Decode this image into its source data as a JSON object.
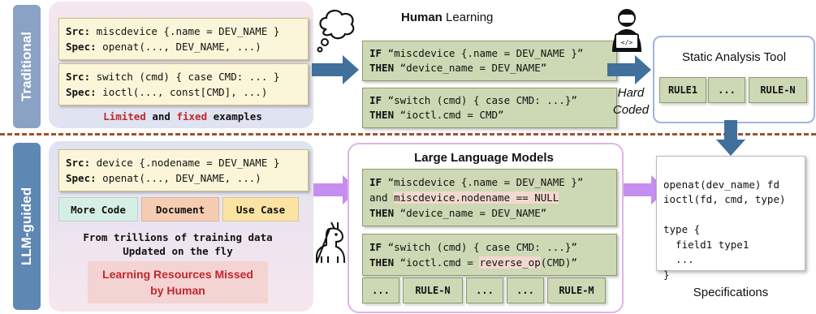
{
  "rows": {
    "traditional": "Traditional",
    "llm": "LLM-guided"
  },
  "traditional": {
    "card1": {
      "src_label": "Src:",
      "src": " miscdevice {.name = DEV_NAME }",
      "spec_label": "Spec:",
      "spec": " openat(..., DEV_NAME, ...)"
    },
    "card2": {
      "src_label": "Src:",
      "src": " switch (cmd) { case CMD: ... }",
      "spec_label": "Spec:",
      "spec": " ioctl(..., const[CMD], ...)"
    },
    "caption": {
      "w1": "Limited",
      "w2": " and ",
      "w3": "fixed",
      "w4": " examples"
    }
  },
  "human": {
    "title_bold": "Human",
    "title_rest": " Learning",
    "rule1": {
      "if": "IF",
      "cond": " “miscdevice {.name = DEV_NAME }”",
      "then": "THEN",
      "res": " “device_name = DEV_NAME”"
    },
    "rule2": {
      "if": "IF",
      "cond": " “switch (cmd) { case CMD: ...}”",
      "then": "THEN",
      "res": " “ioctl.cmd = CMD”"
    },
    "hard": "Hard",
    "coded": "Coded"
  },
  "static_tool": {
    "title": "Static Analysis Tool",
    "boxes": [
      "RULE1",
      "...",
      "RULE-N"
    ]
  },
  "llm_left": {
    "card": {
      "src_label": "Src:",
      "src": " device {.nodename = DEV_NAME }",
      "spec_label": "Spec:",
      "spec": " openat(..., DEV_NAME, ...)"
    },
    "tags": [
      "More Code",
      "Document",
      "Use Case"
    ],
    "line1": "From trillions of training data",
    "line2": "Updated on the fly",
    "missed1": "Learning Resources Missed",
    "missed2": "by Human"
  },
  "llm": {
    "title": "Large Language Models",
    "rule1": {
      "if": "IF",
      "cond": " “miscdevice {.name = DEV_NAME }”",
      "and": "and ",
      "and_hl": "miscdevice.nodename == NULL",
      "then": "THEN",
      "res": " “device_name = DEV_NAME”"
    },
    "rule2": {
      "if": "IF",
      "cond": " “switch (cmd) { case CMD: ...}”",
      "then": "THEN",
      "res_pre": " “ioctl.cmd = ",
      "res_hl": "reverse_op",
      "res_post": "(CMD)”"
    },
    "boxes": [
      "...",
      "RULE-N",
      "...",
      "...",
      "RULE-M"
    ]
  },
  "specs": {
    "lines": [
      "openat(dev_name) fd",
      "ioctl(fd, cmd, type)",
      "",
      "type {",
      "  field1 type1",
      "  ...",
      "}"
    ],
    "caption": "Specifications"
  },
  "colors": {
    "trad_bg": "#c9d2e3",
    "llm_bg": "#5f87b4",
    "arrow_blue": "#41709c",
    "arrow_purple": "#c58ef0",
    "dash": "#a0522d"
  }
}
